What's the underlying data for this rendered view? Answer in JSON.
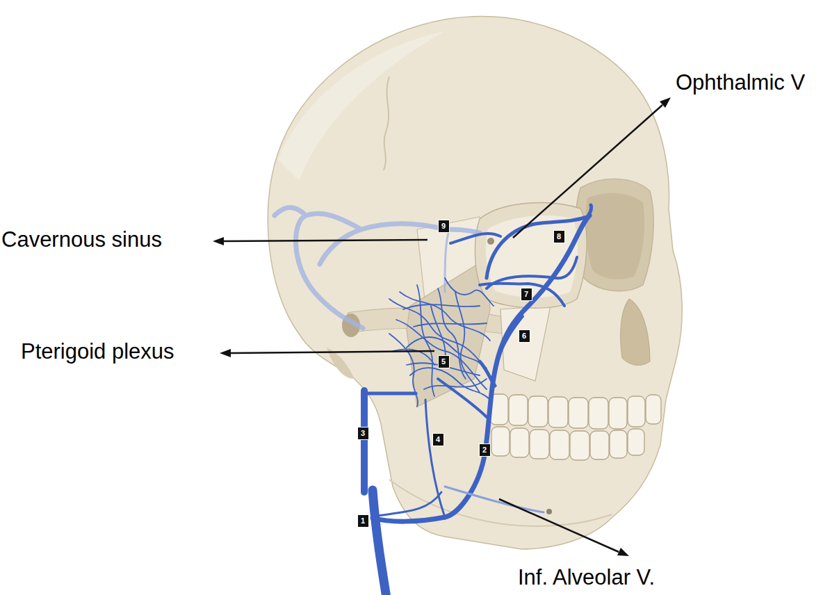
{
  "diagram": {
    "labels": [
      "Ophthalmic V",
      "Cavernous sinus",
      "9",
      "8",
      "7",
      "Pterigoid plexus",
      "6",
      "5",
      "3",
      "4",
      "2",
      "1",
      "Inf. Alveolar V."
    ]
  }
}
